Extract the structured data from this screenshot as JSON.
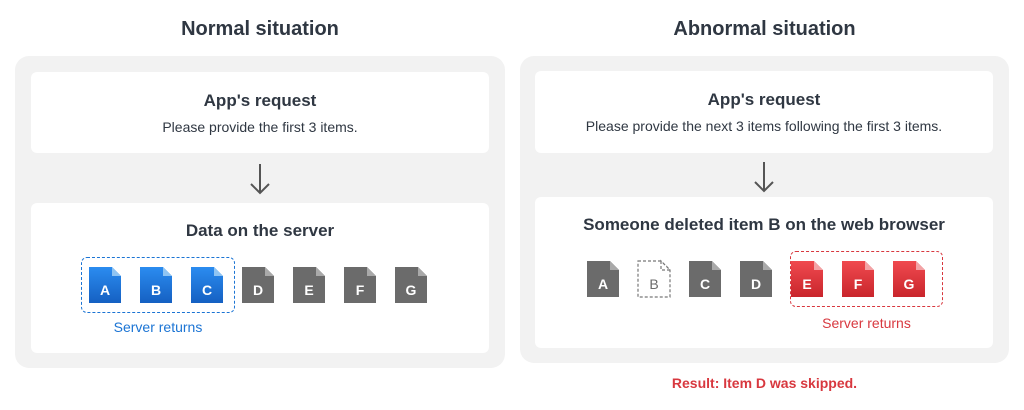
{
  "normal": {
    "title": "Normal situation",
    "request_title": "App's request",
    "request_text": "Please provide the first 3 items.",
    "data_title": "Data on the server",
    "returns_label": "Server returns",
    "items": [
      {
        "letter": "A",
        "state": "returned"
      },
      {
        "letter": "B",
        "state": "returned"
      },
      {
        "letter": "C",
        "state": "returned"
      },
      {
        "letter": "D",
        "state": "stored"
      },
      {
        "letter": "E",
        "state": "stored"
      },
      {
        "letter": "F",
        "state": "stored"
      },
      {
        "letter": "G",
        "state": "stored"
      }
    ]
  },
  "abnormal": {
    "title": "Abnormal situation",
    "request_title": "App's request",
    "request_text": "Please provide the next 3 items following the first 3 items.",
    "data_title": "Someone deleted item B on the web browser",
    "returns_label": "Server returns",
    "items": [
      {
        "letter": "A",
        "state": "stored"
      },
      {
        "letter": "B",
        "state": "deleted"
      },
      {
        "letter": "C",
        "state": "stored"
      },
      {
        "letter": "D",
        "state": "stored"
      },
      {
        "letter": "E",
        "state": "returned-error"
      },
      {
        "letter": "F",
        "state": "returned-error"
      },
      {
        "letter": "G",
        "state": "returned-error"
      }
    ],
    "result": "Result: Item D was skipped."
  },
  "colors": {
    "blue": "#1b74d4",
    "red": "#d8383f",
    "gray": "#6b6b6b"
  },
  "icons": {
    "arrow": "arrow-down-icon",
    "document": "document-icon"
  }
}
